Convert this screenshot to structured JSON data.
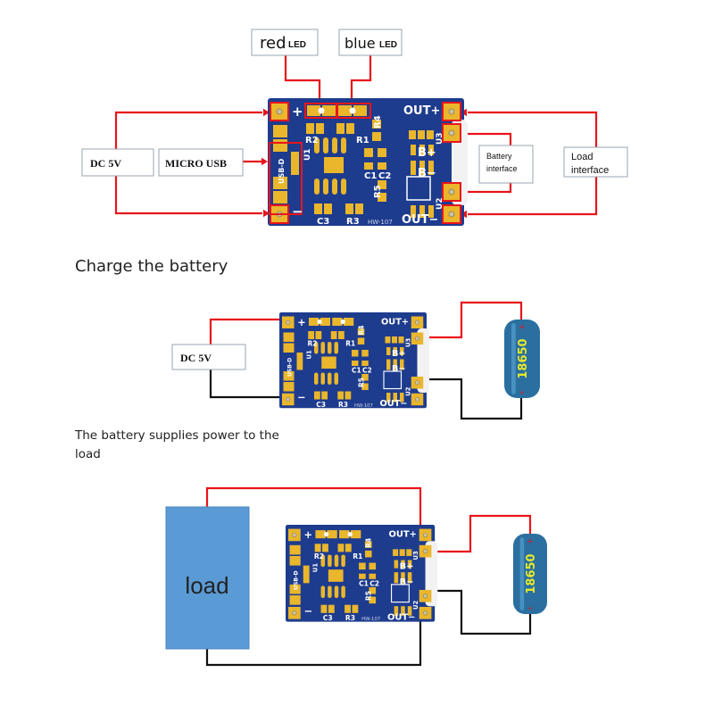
{
  "top_diagram": {
    "labels": {
      "red_led": "red",
      "red_led_suffix": "LED",
      "blue_led": "blue",
      "blue_led_suffix": "LED",
      "dc_5v": "DC 5V",
      "micro_usb": "MICRO USB",
      "battery_interface": [
        "Battery",
        "interface"
      ],
      "load_interface": [
        "Load",
        "interface"
      ]
    }
  },
  "charge_section": {
    "title": "Charge the battery",
    "dc_label": "DC 5V",
    "battery_label": "18650"
  },
  "supply_section": {
    "title": "The battery supplies power to the load",
    "load_label": "load",
    "battery_label": "18650"
  },
  "board": {
    "plus": "+",
    "minus": "−",
    "out_plus": "OUT+",
    "out_minus": "OUT−",
    "b_plus": "B+",
    "b_minus": "B−",
    "r1": "R1",
    "r2": "R2",
    "r3": "R3",
    "r4": "R4",
    "r5": "R5",
    "c1": "C1",
    "c2": "C2",
    "c3": "C3",
    "u1": "U1",
    "u2": "U2",
    "u3": "U3",
    "usb": "USB-D",
    "model": "HW-107"
  },
  "colors": {
    "wire_red": "#e8141c",
    "wire_black": "#111111",
    "pcb": "#1e3c8e",
    "pad": "#e9b62c",
    "load": "#5b9bd5",
    "battery": "#2a6fa0"
  }
}
